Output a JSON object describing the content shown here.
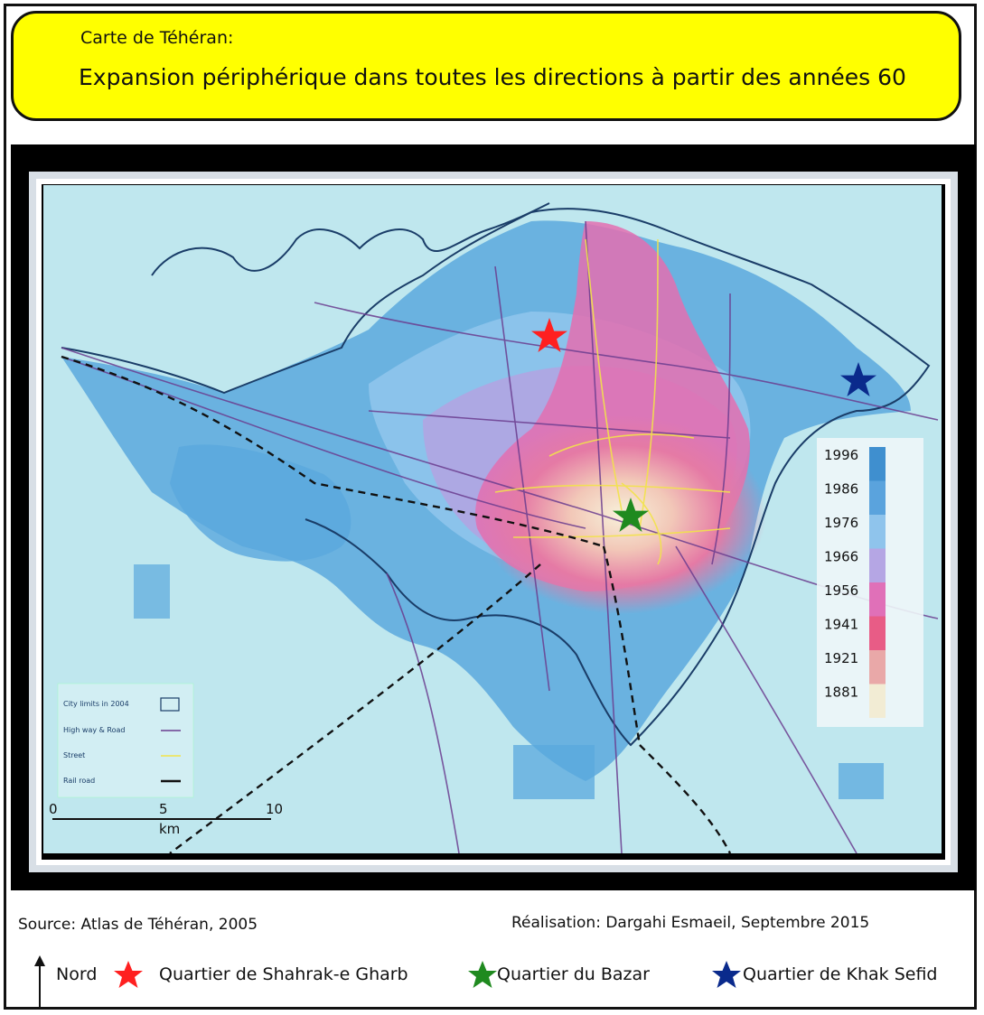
{
  "header": {
    "subtitle": "Carte de Téhéran:",
    "title": "Expansion périphérique dans toutes les directions à partir des années 60"
  },
  "timeline": {
    "years": [
      "1996",
      "1986",
      "1976",
      "1966",
      "1956",
      "1941",
      "1921",
      "1881"
    ],
    "colors": [
      "#3f8fcf",
      "#5aa3dd",
      "#8fc4ec",
      "#b5a6e4",
      "#e070b8",
      "#e85c86",
      "#e9a8a8",
      "#f2ecd4"
    ]
  },
  "scale": {
    "ticks": [
      "0",
      "5",
      "10"
    ],
    "unit": "km"
  },
  "map_legend": [
    {
      "label": "City limits in 2004"
    },
    {
      "label": "High way & Road"
    },
    {
      "label": "Street"
    },
    {
      "label": "Rail road"
    }
  ],
  "footer": {
    "source": "Source: Atlas de Téhéran, 2005",
    "credit": "Réalisation: Dargahi Esmaeil, Septembre 2015",
    "north": "Nord",
    "markers": [
      {
        "label": "Quartier de Shahrak-e Gharb",
        "color": "#ff2020"
      },
      {
        "label": "Quartier  du Bazar",
        "color": "#1f8a1f"
      },
      {
        "label": "Quartier de Khak Sefid",
        "color": "#0a2a8c"
      }
    ]
  }
}
